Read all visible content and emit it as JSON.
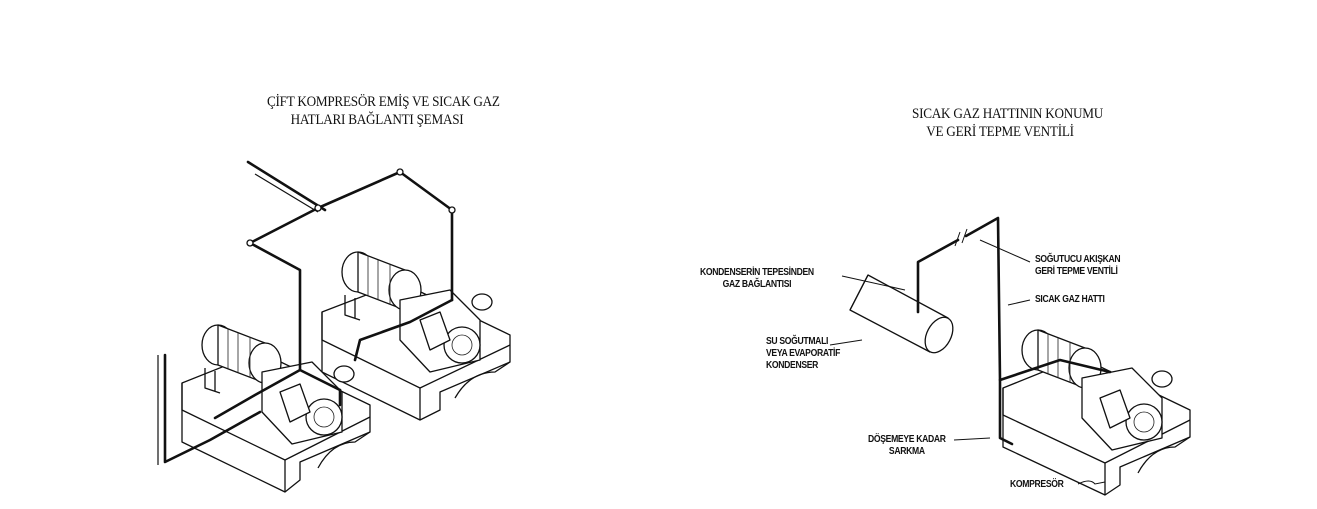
{
  "left_diagram": {
    "title_line1": "ÇİFT KOMPRESÖR EMİŞ VE SICAK GAZ",
    "title_line2": "HATLARI BAĞLANTI ŞEMASI"
  },
  "right_diagram": {
    "title_line1": "SICAK GAZ HATTININ KONUMU",
    "title_line2": "VE GERİ TEPME VENTİLİ",
    "labels": {
      "condenser_top_1": "KONDENSERİN TEPESİNDEN",
      "condenser_top_2": "GAZ BAĞLANTISI",
      "check_valve_1": "SOĞUTUCU AKIŞKAN",
      "check_valve_2": "GERİ TEPME VENTİLİ",
      "hot_gas_line": "SICAK GAZ HATTI",
      "condenser_1": "SU SOĞUTMALI",
      "condenser_2": "VEYA EVAPORATİF",
      "condenser_3": "KONDENSER",
      "drop_1": "DÖŞEMEYE KADAR",
      "drop_2": "SARKMA",
      "compressor": "KOMPRESÖR"
    }
  }
}
